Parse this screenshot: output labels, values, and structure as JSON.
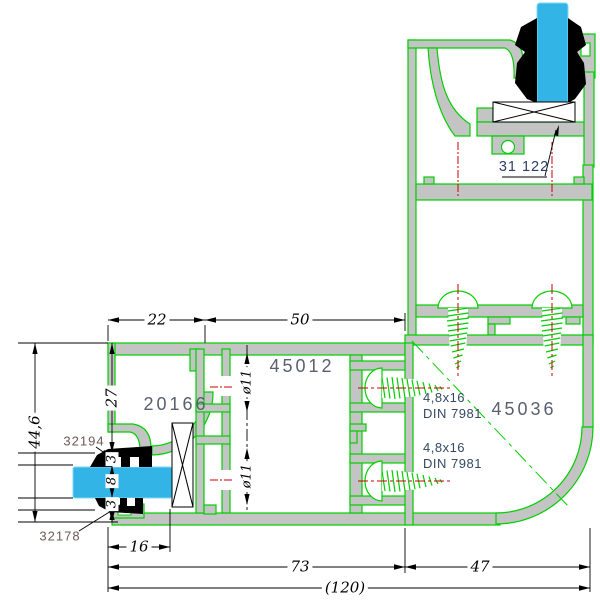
{
  "title": "Aluminium window frame corner cross-section drawing",
  "colors": {
    "profile_outline": "#00d000",
    "profile_fill": "#c4c4c4",
    "glass": "#33b4e7",
    "gasket": "#000000",
    "centerline_red": "#cc0000",
    "dimension": "#000000",
    "label_part": "#59606e",
    "label_gasket": "#6e5a5a",
    "label_ref": "#2a3f66"
  },
  "dims": {
    "top_left": "22",
    "top_right": "50",
    "left_total": "44,6",
    "left_upper": "27",
    "left_t1": "3",
    "left_glass": "8",
    "left_t2": "3",
    "dia_upper": "ø11",
    "dia_lower": "ø11",
    "bottom_16": "16",
    "bottom_73": "73",
    "bottom_47": "47",
    "bottom_total": "(120)"
  },
  "labels": {
    "vent_profile": "20166",
    "bottom_profile": "45012",
    "corner_profile": "45036",
    "glazing_ref": "31 122",
    "gasket_upper": "32194",
    "gasket_lower": "32178"
  },
  "screw_notes": {
    "n1_size": "4,8x16",
    "n1_std": "DIN 7981",
    "n2_size": "4,8x16",
    "n2_std": "DIN 7981"
  }
}
